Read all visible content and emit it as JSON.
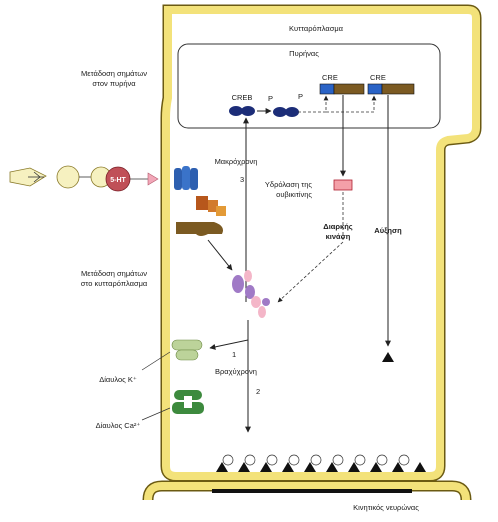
{
  "labels": {
    "cytoplasm": "Κυτταρόπλασμα",
    "nucleus": "Πυρήνας",
    "nuclear_signaling_line1": "Μετάδοση σημάτων",
    "nuclear_signaling_line2": "στον πυρήνα",
    "cytoplasm_signaling_line1": "Μετάδοση σημάτων",
    "cytoplasm_signaling_line2": "στο κυτταρόπλασμα",
    "long_term": "Μακρόχρονη",
    "short_term": "Βραχύχρονη",
    "creb": "CREB",
    "phospho_1": "P",
    "phospho_2": "P",
    "cre_1": "CRE",
    "cre_2": "CRE",
    "ubiquitin_line1": "Υδρόλαση της",
    "ubiquitin_line2": "ουβικιτίνης",
    "persistent_line1": "Διαρκής",
    "persistent_line2": "κινάση",
    "growth": "Αύξηση",
    "transmitter": "5-HT",
    "k_channel": "Δίαυλος K⁺",
    "ca_channel": "Δίαυλος Ca²⁺",
    "step_1": "1",
    "step_2": "2",
    "step_3": "3",
    "motor_neuron": "Κινητικός νευρώνας"
  },
  "colors": {
    "membrane_fill": "#f3e27a",
    "membrane_stroke": "#6b5a12",
    "receptor": "#2d5fb0",
    "gprotein": "#b7571c",
    "creb": "#1c2d78",
    "kinase": "#a07ac6",
    "k_channel": "#bcd39a",
    "ca_channel": "#3d8a3e",
    "ubiquitin": "#f4a0a8",
    "cre_blue": "#2a63c6",
    "cre_brown": "#7b5a22"
  }
}
